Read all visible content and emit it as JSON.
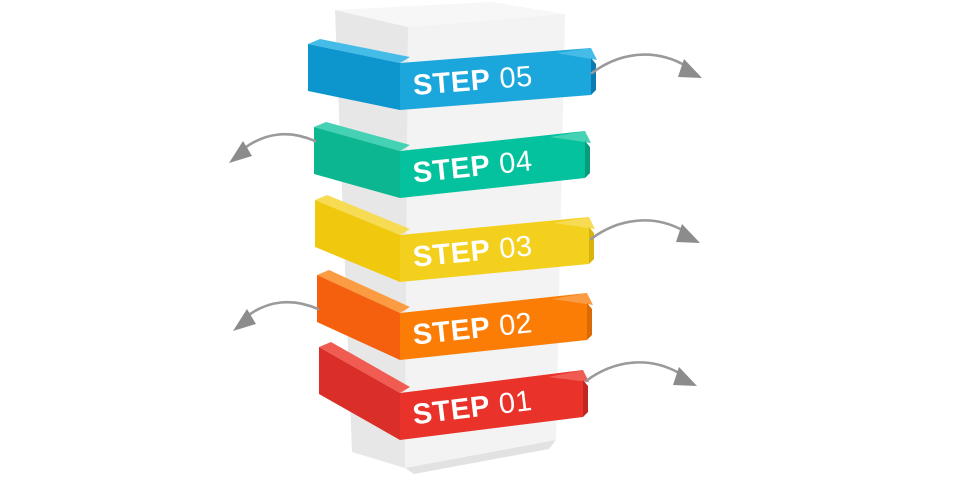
{
  "diagram": {
    "type": "stacked-steps-tower",
    "label_color": "#FFFFFF",
    "background": "#FFFFFF"
  },
  "tower": {
    "top_color": "#F7F7F7",
    "side_color": "#E7E7E7",
    "front_color": "#F3F3F3",
    "bottom_color": "#E2E2E2"
  },
  "steps": [
    {
      "prefix": "STEP",
      "number": "05",
      "color": "#1BA7DC",
      "side_color": "#0D96CE",
      "top_color": "#45BCE8",
      "edge_color": "#0C7CB0"
    },
    {
      "prefix": "STEP",
      "number": "04",
      "color": "#03C29D",
      "side_color": "#0CB691",
      "top_color": "#45D1B4",
      "edge_color": "#089B7D"
    },
    {
      "prefix": "STEP",
      "number": "03",
      "color": "#F4D01E",
      "side_color": "#F0C90E",
      "top_color": "#F7DB52",
      "edge_color": "#D9B40C"
    },
    {
      "prefix": "STEP",
      "number": "02",
      "color": "#FB7D06",
      "side_color": "#F4600D",
      "top_color": "#FC9C42",
      "edge_color": "#D96A05"
    },
    {
      "prefix": "STEP",
      "number": "01",
      "color": "#E93229",
      "side_color": "#DA2F28",
      "top_color": "#F05C52",
      "edge_color": "#C22722"
    }
  ],
  "arrows": {
    "line_color": "#9A9A9A",
    "head_color": "#8C8C8C"
  }
}
